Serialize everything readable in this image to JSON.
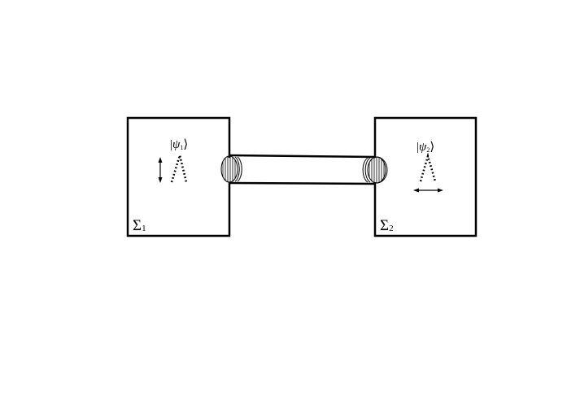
{
  "subsystems": [
    {
      "sigma_symbol": "Σ",
      "sigma_index": "1",
      "state_symbol": "ψ",
      "state_index": "1",
      "polarization": "vertical"
    },
    {
      "sigma_symbol": "Σ",
      "sigma_index": "2",
      "state_symbol": "ψ",
      "state_index": "2",
      "polarization": "horizontal"
    }
  ],
  "ket_left": "|",
  "ket_right": "⟩",
  "colors": {
    "line": "#000000",
    "background": "#ffffff"
  }
}
